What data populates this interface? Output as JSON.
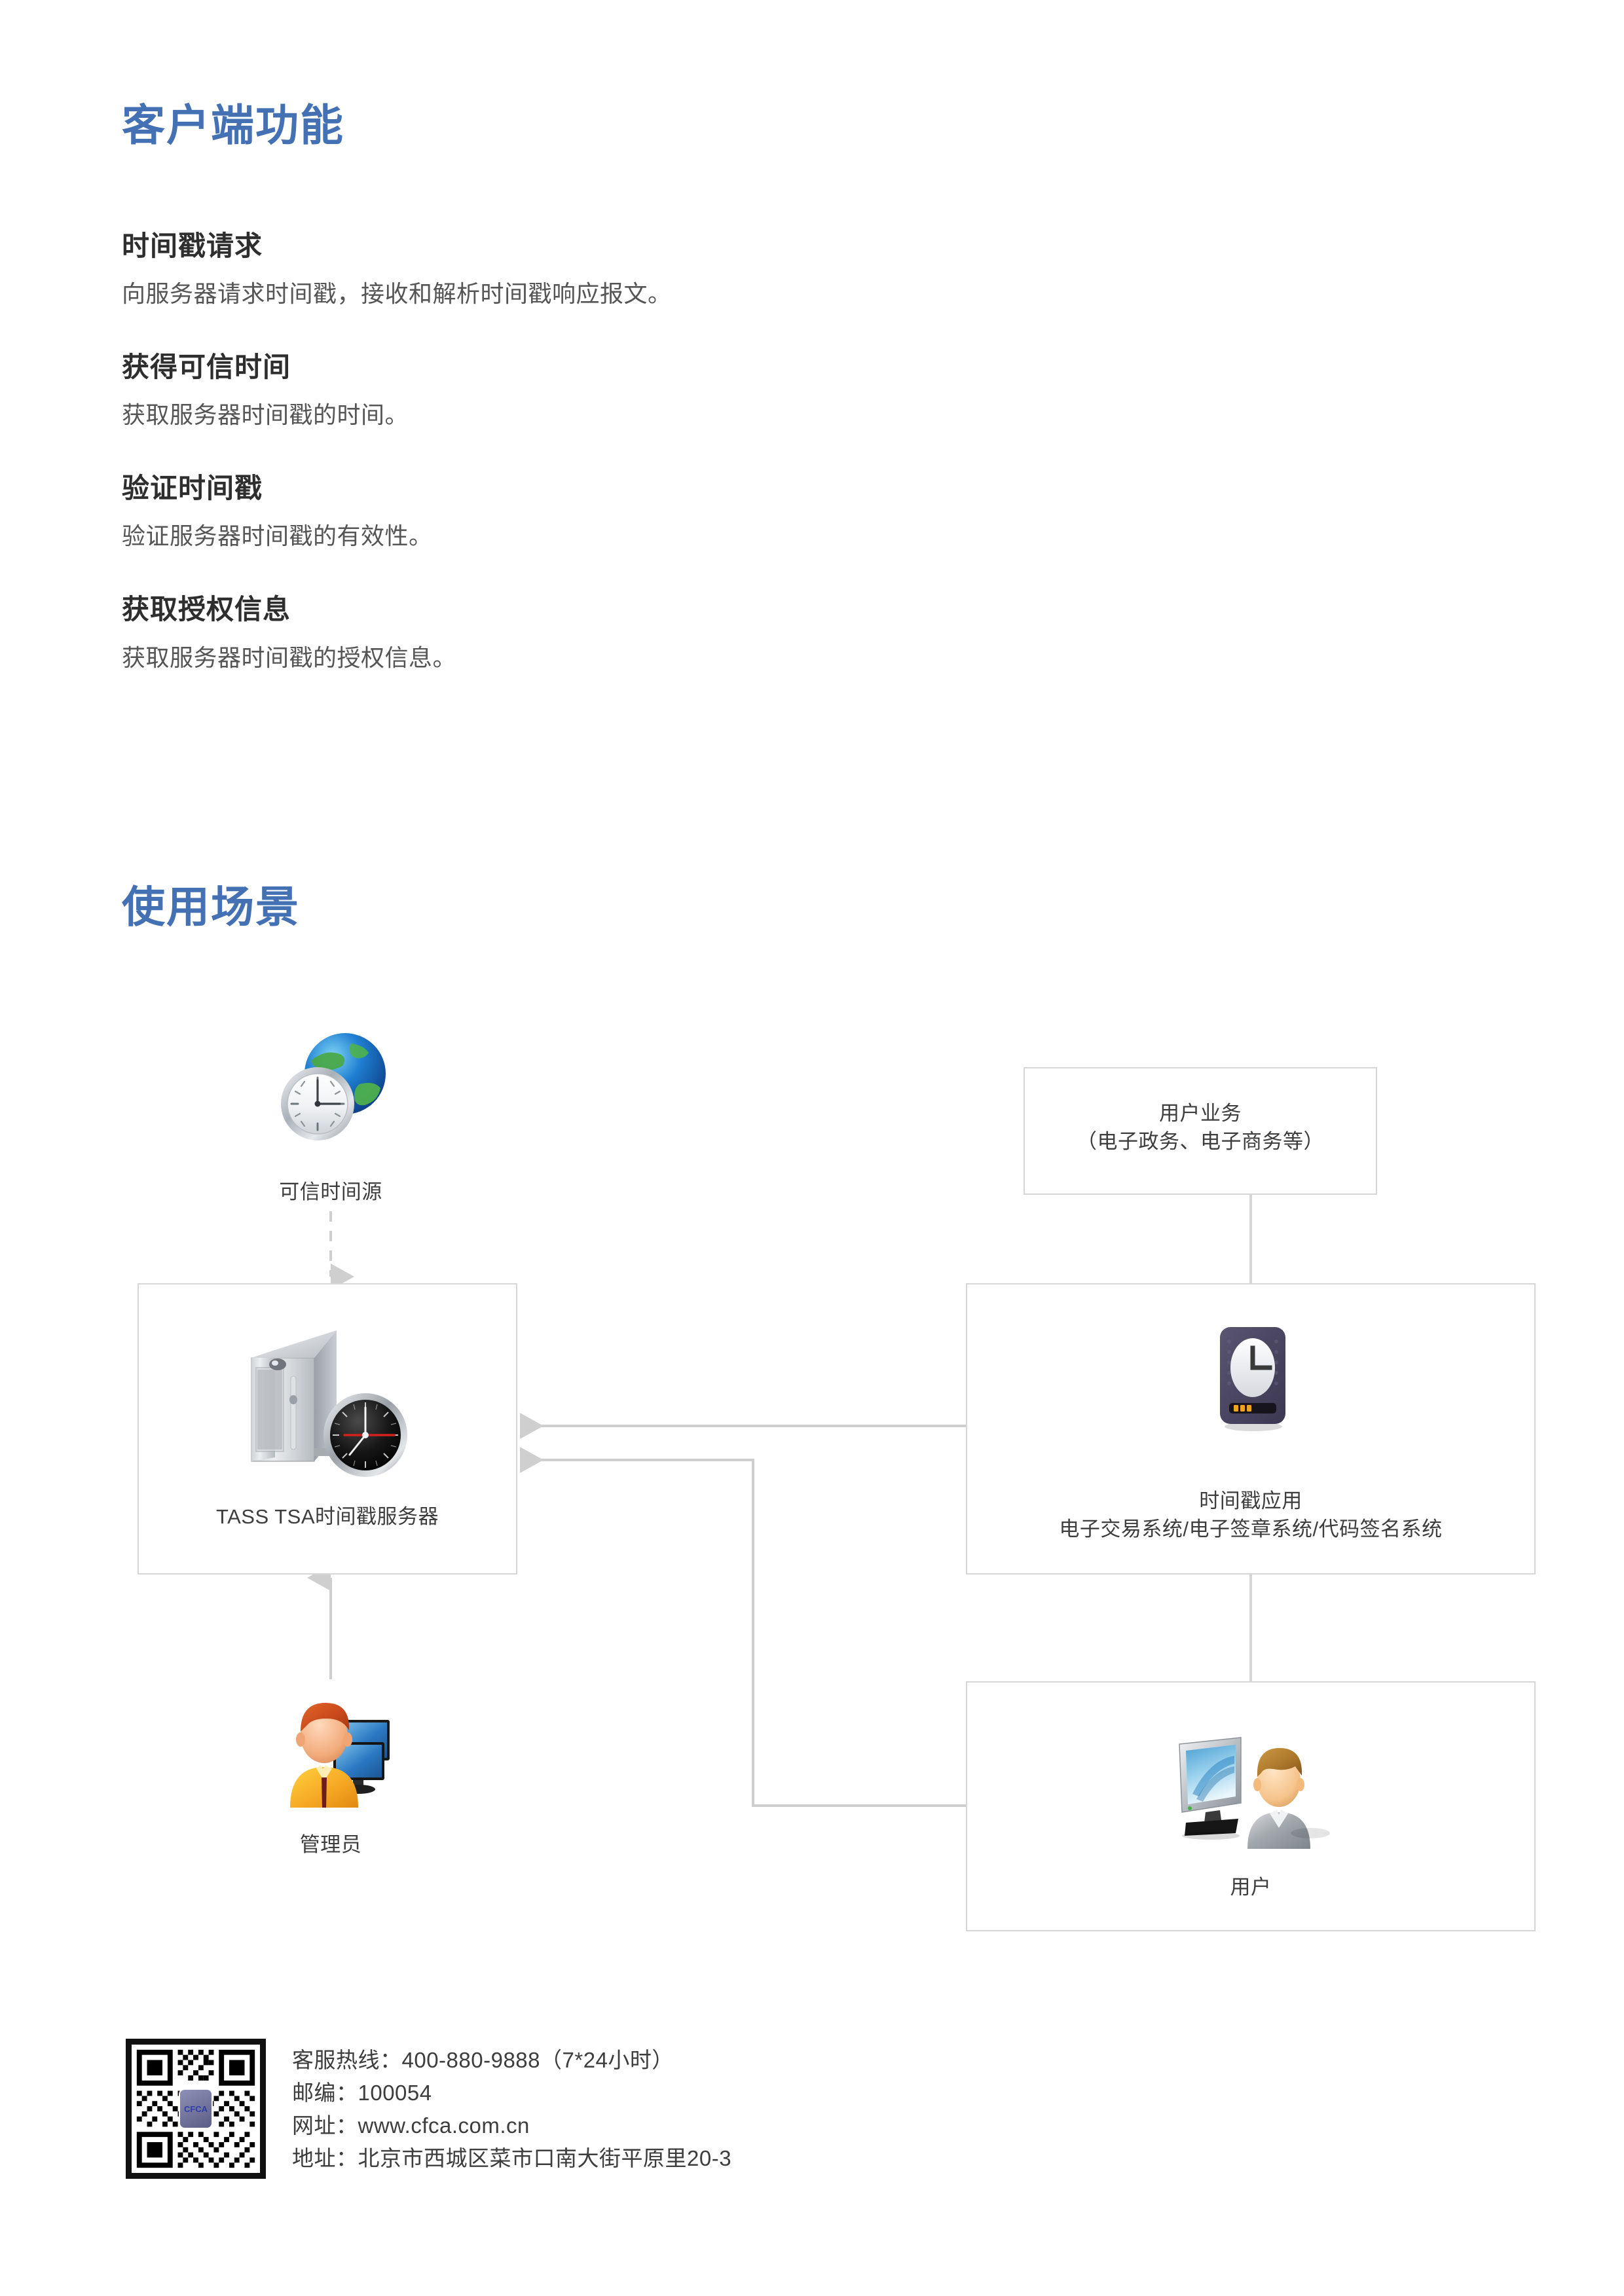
{
  "theme": {
    "heading_color": "#4471b3",
    "body_text_color": "#3d3d3d",
    "box_border_color": "#d6d6d6",
    "connector_color": "#cfcfcf"
  },
  "sections": {
    "client_features": {
      "heading": "客户端功能",
      "items": [
        {
          "title": "时间戳请求",
          "desc": "向服务器请求时间戳，接收和解析时间戳响应报文。"
        },
        {
          "title": "获得可信时间",
          "desc": "获取服务器时间戳的时间。"
        },
        {
          "title": "验证时间戳",
          "desc": "验证服务器时间戳的有效性。"
        },
        {
          "title": "获取授权信息",
          "desc": "获取服务器时间戳的授权信息。"
        }
      ]
    },
    "usage_scenario": {
      "heading": "使用场景",
      "nodes": {
        "time_source": {
          "label": "可信时间源",
          "icon": "globe-clock-icon"
        },
        "user_business": {
          "line1": "用户业务",
          "line2": "（电子政务、电子商务等）"
        },
        "tsa_server": {
          "label": "TASS TSA时间戳服务器",
          "icon": "server-clock-icon"
        },
        "timestamp_app": {
          "line1": "时间戳应用",
          "line2": "电子交易系统/电子签章系统/代码签名系统",
          "icon": "clock-app-icon"
        },
        "administrator": {
          "label": "管理员",
          "icon": "admin-person-monitors-icon"
        },
        "end_user": {
          "label": "用户",
          "icon": "user-person-monitor-icon"
        }
      }
    }
  },
  "footer": {
    "qr": {
      "logo_text": "CFCA"
    },
    "lines": [
      "客服热线：400-880-9888（7*24小时）",
      "邮编：100054",
      "网址：www.cfca.com.cn",
      "地址：北京市西城区菜市口南大街平原里20-3"
    ]
  }
}
